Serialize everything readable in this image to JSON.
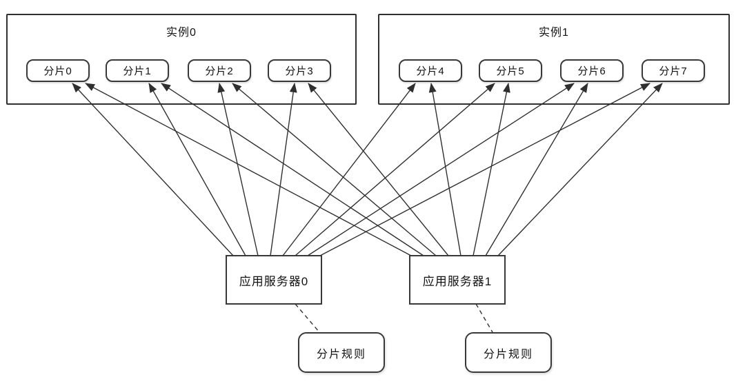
{
  "diagram": {
    "title": "database-sharding-architecture",
    "instances": [
      {
        "id": "instance0",
        "label": "实例0",
        "shards": [
          {
            "id": "shard0",
            "label": "分片0"
          },
          {
            "id": "shard1",
            "label": "分片1"
          },
          {
            "id": "shard2",
            "label": "分片2"
          },
          {
            "id": "shard3",
            "label": "分片3"
          }
        ]
      },
      {
        "id": "instance1",
        "label": "实例1",
        "shards": [
          {
            "id": "shard4",
            "label": "分片4"
          },
          {
            "id": "shard5",
            "label": "分片5"
          },
          {
            "id": "shard6",
            "label": "分片6"
          },
          {
            "id": "shard7",
            "label": "分片7"
          }
        ]
      }
    ],
    "servers": [
      {
        "id": "server0",
        "label": "应用服务器0"
      },
      {
        "id": "server1",
        "label": "应用服务器1"
      }
    ],
    "rules": [
      {
        "id": "rule0",
        "label": "分片规则"
      },
      {
        "id": "rule1",
        "label": "分片规则"
      }
    ],
    "edges": {
      "solid": [
        {
          "from": "server0",
          "to": "shard0"
        },
        {
          "from": "server0",
          "to": "shard1"
        },
        {
          "from": "server0",
          "to": "shard2"
        },
        {
          "from": "server0",
          "to": "shard3"
        },
        {
          "from": "server0",
          "to": "shard4"
        },
        {
          "from": "server0",
          "to": "shard5"
        },
        {
          "from": "server0",
          "to": "shard6"
        },
        {
          "from": "server0",
          "to": "shard7"
        },
        {
          "from": "server1",
          "to": "shard0"
        },
        {
          "from": "server1",
          "to": "shard1"
        },
        {
          "from": "server1",
          "to": "shard2"
        },
        {
          "from": "server1",
          "to": "shard3"
        },
        {
          "from": "server1",
          "to": "shard4"
        },
        {
          "from": "server1",
          "to": "shard5"
        },
        {
          "from": "server1",
          "to": "shard6"
        },
        {
          "from": "server1",
          "to": "shard7"
        }
      ],
      "dashed": [
        {
          "from": "server0",
          "to": "rule0"
        },
        {
          "from": "server1",
          "to": "rule1"
        }
      ]
    },
    "colors": {
      "background": "#ffffff",
      "line": "#2f2f2f",
      "box_border": "#383838",
      "text": "#111111"
    }
  }
}
